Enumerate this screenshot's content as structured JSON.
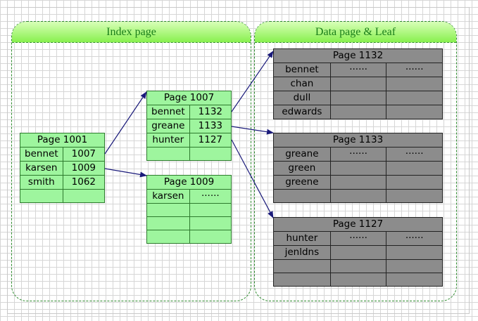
{
  "regions": {
    "index_title": "Index page",
    "data_title": "Data page & Leaf"
  },
  "page1001": {
    "title": "Page 1001",
    "rows": [
      [
        "bennet",
        "1007"
      ],
      [
        "karsen",
        "1009"
      ],
      [
        "smith",
        "1062"
      ],
      [
        "",
        ""
      ]
    ]
  },
  "page1007": {
    "title": "Page 1007",
    "rows": [
      [
        "bennet",
        "1132"
      ],
      [
        "greane",
        "1133"
      ],
      [
        "hunter",
        "1127"
      ],
      [
        "",
        ""
      ]
    ]
  },
  "page1009": {
    "title": "Page 1009",
    "rows": [
      [
        "karsen",
        "······"
      ],
      [
        "",
        ""
      ],
      [
        "",
        ""
      ],
      [
        "",
        ""
      ]
    ]
  },
  "page1132": {
    "title": "Page 1132",
    "rows": [
      [
        "bennet",
        "······",
        "······"
      ],
      [
        "chan",
        "",
        ""
      ],
      [
        "dull",
        "",
        ""
      ],
      [
        "edwards",
        "",
        ""
      ]
    ]
  },
  "page1133": {
    "title": "Page 1133",
    "rows": [
      [
        "greane",
        "······",
        "······"
      ],
      [
        "green",
        "",
        ""
      ],
      [
        "greene",
        "",
        ""
      ],
      [
        "",
        "",
        ""
      ]
    ]
  },
  "page1127": {
    "title": "Page 1127",
    "rows": [
      [
        "hunter",
        "······",
        "······"
      ],
      [
        "jenldns",
        "",
        ""
      ],
      [
        "",
        "",
        ""
      ],
      [
        "",
        "",
        ""
      ]
    ]
  },
  "colors": {
    "index_fill": "#9ef59e",
    "data_fill": "#8c8c8c",
    "arrow": "#1a1a7a",
    "region_border": "#2e8b2e"
  }
}
